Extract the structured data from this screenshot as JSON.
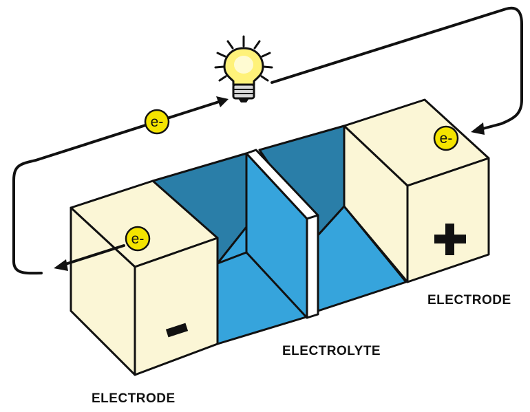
{
  "labels": {
    "electrode_left": "ELECTRODE",
    "electrode_right": "ELECTRODE",
    "electrolyte": "ELECTROLYTE"
  },
  "electron_label": "e-",
  "signs": {
    "negative": "-",
    "positive": "+"
  },
  "colors": {
    "electrode_face": "#fbf6d6",
    "electrolyte_light": "#36a4dc",
    "electrolyte_dark": "#2a7ea8",
    "electron_fill": "#f4e400",
    "bulb_glow": "#fff27a",
    "outline": "#111111"
  }
}
